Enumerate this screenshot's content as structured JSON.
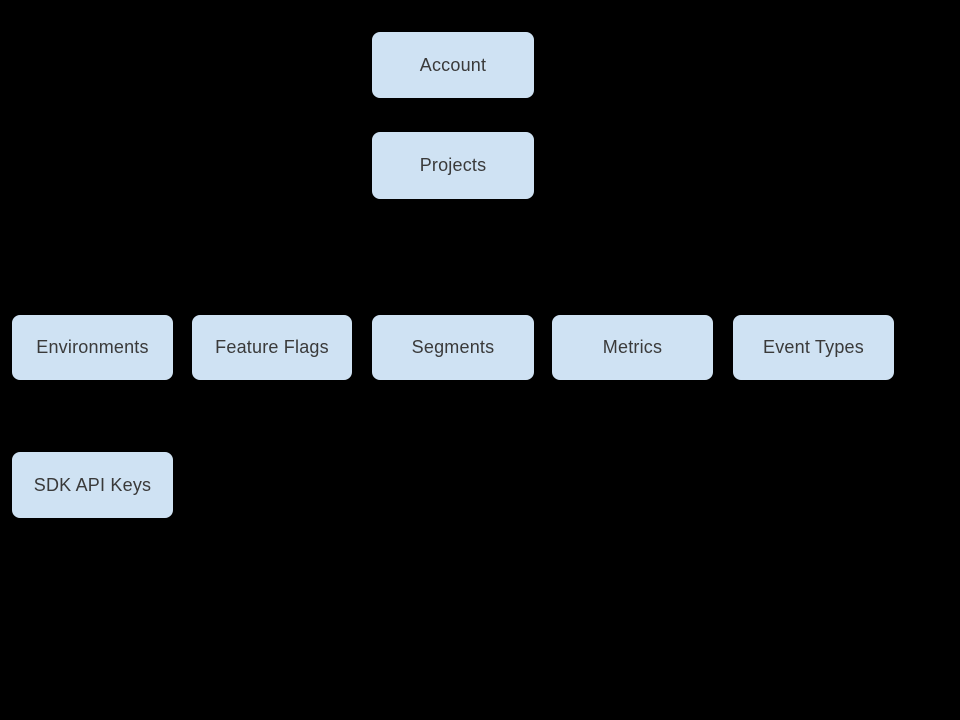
{
  "diagram": {
    "type": "hierarchy-diagram",
    "background_color": "#000000",
    "node_fill_color": "#cfe2f3",
    "node_border_color": "#000000",
    "node_text_color": "#3a3a3a",
    "nodes": [
      {
        "id": "account",
        "label": "Account"
      },
      {
        "id": "projects",
        "label": "Projects"
      },
      {
        "id": "environments",
        "label": "Environments"
      },
      {
        "id": "feature-flags",
        "label": "Feature Flags"
      },
      {
        "id": "segments",
        "label": "Segments"
      },
      {
        "id": "metrics",
        "label": "Metrics"
      },
      {
        "id": "event-types",
        "label": "Event Types"
      },
      {
        "id": "sdk-api-keys",
        "label": "SDK API Keys"
      }
    ]
  }
}
